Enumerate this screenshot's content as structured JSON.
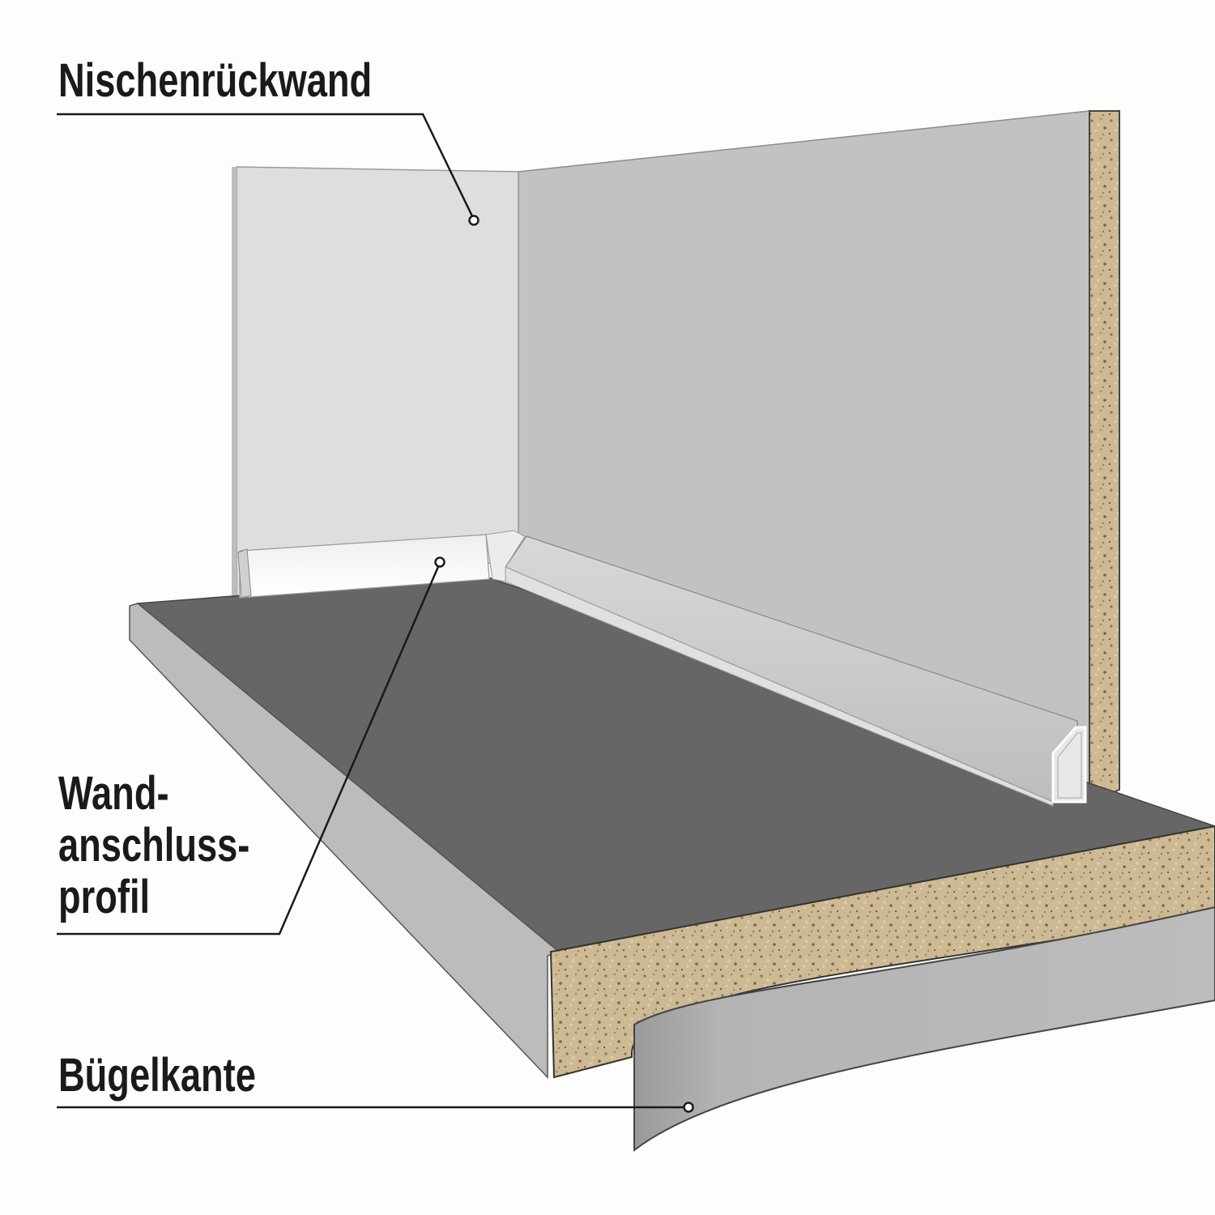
{
  "diagram": {
    "type": "annotated-cutaway-illustration",
    "colors": {
      "background": "#fdfdfb",
      "label_text": "#1a1a1a",
      "leader_line": "#1a1a1a",
      "back_wall": "#c2c2c2",
      "niche_panel": "#dedede",
      "countertop_surface": "#666666",
      "countertop_edge": "#b8b8b8",
      "chipboard_core": "#c9b58e",
      "profile": "#e4e4e4",
      "edge_band": "#b6b6b6"
    },
    "labels": [
      {
        "id": "nischenrueckwand",
        "lines": [
          "Nischenrückwand"
        ],
        "points_to": "niche back panel"
      },
      {
        "id": "wandanschlussprofil",
        "lines": [
          "Wand-",
          "anschluss-",
          "profil"
        ],
        "points_to": "wall connection profile"
      },
      {
        "id": "buegelkante",
        "lines": [
          "Bügelkante"
        ],
        "points_to": "iron-on edge band"
      }
    ]
  }
}
